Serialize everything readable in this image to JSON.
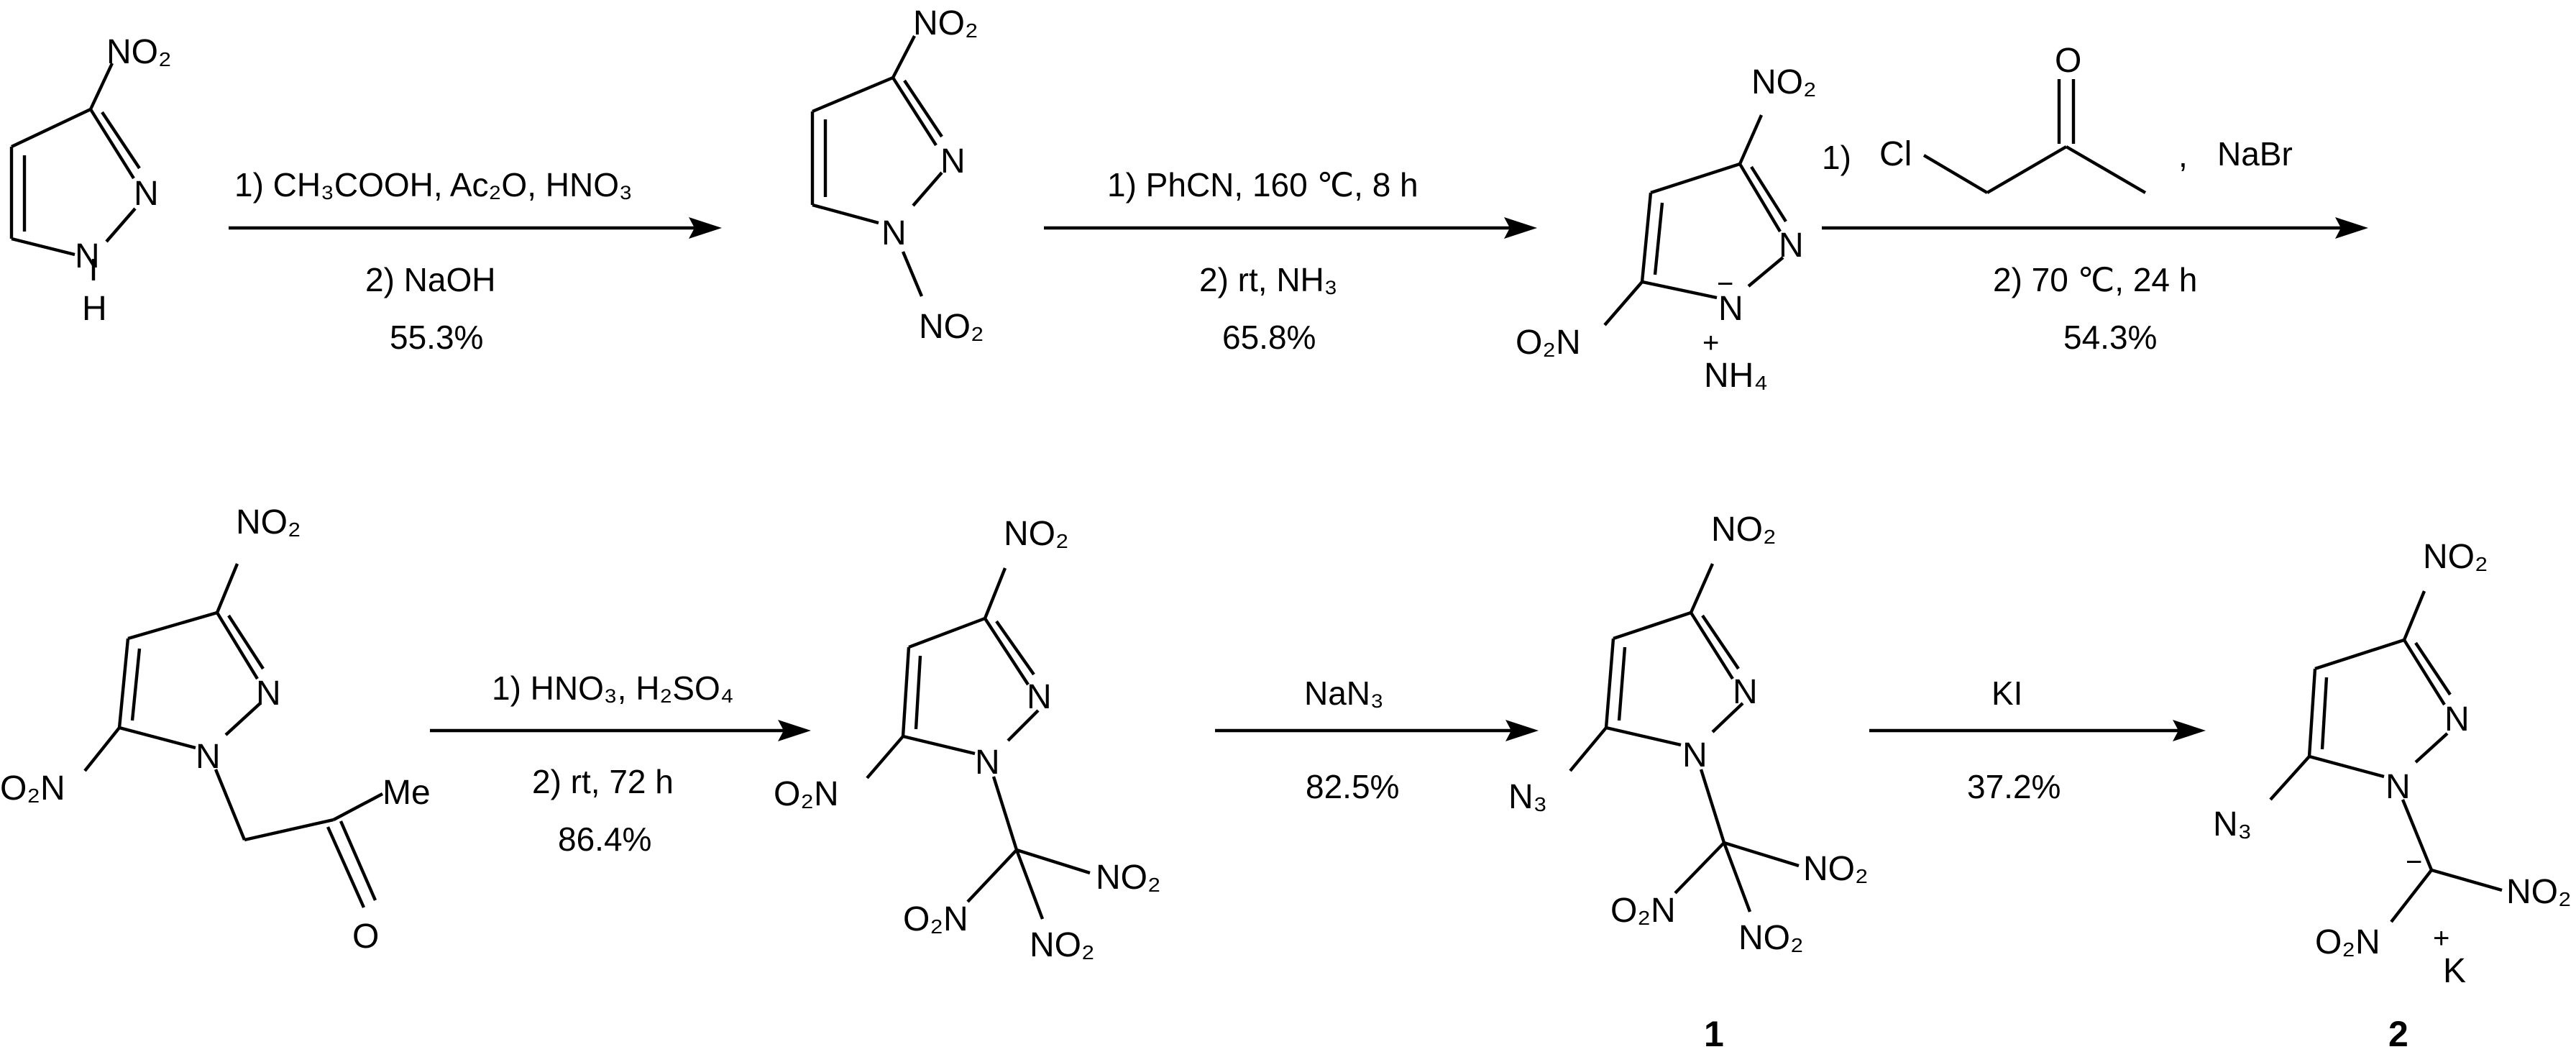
{
  "atoms": {
    "no2": "NO₂",
    "o2n": "O₂N",
    "n": "N",
    "h": "H",
    "nh4": "NH₄",
    "minus": "−",
    "plus": "+",
    "cl": "Cl",
    "o": "O",
    "me": "Me",
    "n3": "N₃",
    "k": "K"
  },
  "step1": {
    "line1": "1) CH₃COOH, Ac₂O, HNO₃",
    "line2": "2) NaOH",
    "yield": "55.3%"
  },
  "step2": {
    "line1": "1) PhCN, 160 ℃, 8 h",
    "line2": "2) rt, NH₃",
    "yield": "65.8%"
  },
  "step3": {
    "prefix": "1)",
    "comma": ",",
    "reagent": "NaBr",
    "line2": "2) 70 ℃, 24 h",
    "yield": "54.3%"
  },
  "step4": {
    "line1": "1) HNO₃, H₂SO₄",
    "line2": "2) rt, 72 h",
    "yield": "86.4%"
  },
  "step5": {
    "line1": "NaN₃",
    "yield": "82.5%"
  },
  "step6": {
    "line1": "KI",
    "yield": "37.2%"
  },
  "compounds": {
    "c1": "1",
    "c2": "2"
  }
}
